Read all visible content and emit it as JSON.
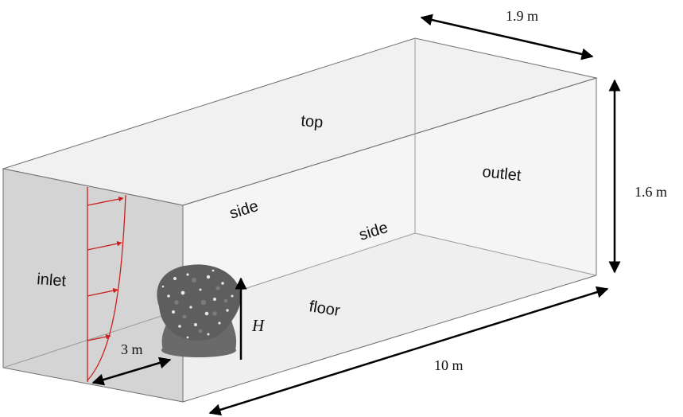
{
  "labels": {
    "top": "top",
    "side_left": "side",
    "side_back": "side",
    "outlet": "outlet",
    "inlet": "inlet",
    "floor": "floor",
    "height_symbol": "H",
    "width_dim": "1.9 m",
    "height_dim": "1.6 m",
    "length_dim": "10 m",
    "distance_dim": "3 m"
  },
  "colors": {
    "inlet_face": "#d3d3d3",
    "box_face": "#f3f3f3",
    "edge": "#6e6e6e",
    "profile": "#cc1f1f",
    "tree": "#5a5a5a",
    "arrow": "#000000"
  }
}
